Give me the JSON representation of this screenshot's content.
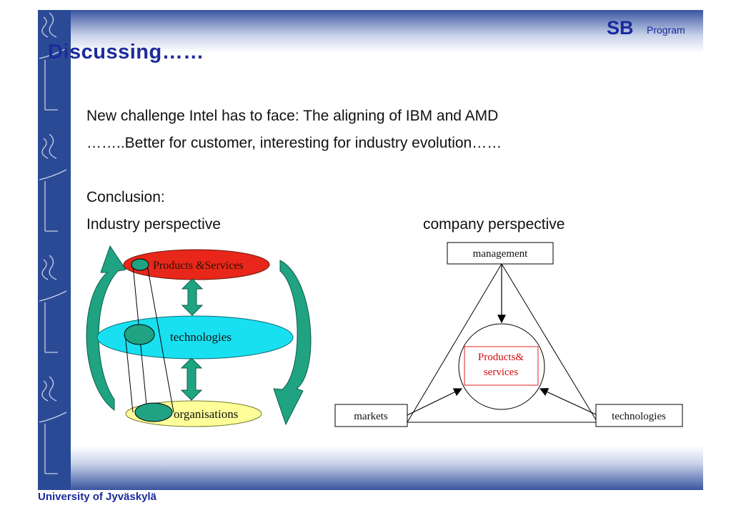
{
  "logo": {
    "sb": "SB",
    "program": "Program"
  },
  "title": "Discussing……",
  "body": {
    "line1": "New challenge Intel has to face: The aligning of IBM and AMD",
    "line2": "……..Better for customer, interesting for industry evolution……",
    "conclusion": "Conclusion:",
    "industry_heading": "Industry perspective",
    "company_heading": "company perspective"
  },
  "industry_diagram": {
    "products": "Products &Services",
    "technologies": "technologies",
    "organisations": "organisations"
  },
  "company_diagram": {
    "management": "management",
    "products_line1": "Products&",
    "products_line2": "services",
    "markets": "markets",
    "technologies": "technologies"
  },
  "footer": "University of Jyväskylä",
  "colors": {
    "accent_blue": "#1c2c9a",
    "band_blue": "#2b4a96",
    "teal": "#1fa383",
    "products_red": "#e8261a",
    "tech_cyan": "#19e0f0",
    "org_yellow": "#ffff99",
    "products_text_red": "#d01010"
  }
}
